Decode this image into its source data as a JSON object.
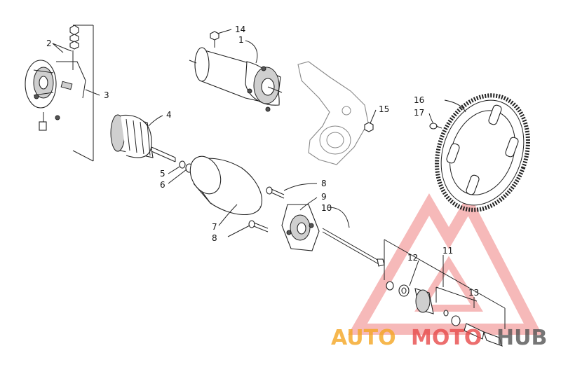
{
  "callouts": {
    "c1": "1",
    "c2": "2",
    "c3": "3",
    "c4": "4",
    "c5": "5",
    "c6": "6",
    "c7": "7",
    "c8a": "8",
    "c8b": "8",
    "c9": "9",
    "c10": "10",
    "c11": "11",
    "c12": "12",
    "c13": "13",
    "c14": "14",
    "c15": "15",
    "c16": "16",
    "c17": "17"
  },
  "watermark": {
    "part1": "AUTO",
    "part2": "MOTO",
    "part3": "HUB",
    "color_orange": "#f5a623",
    "color_red": "#e84a4a",
    "color_dark": "#555555"
  }
}
